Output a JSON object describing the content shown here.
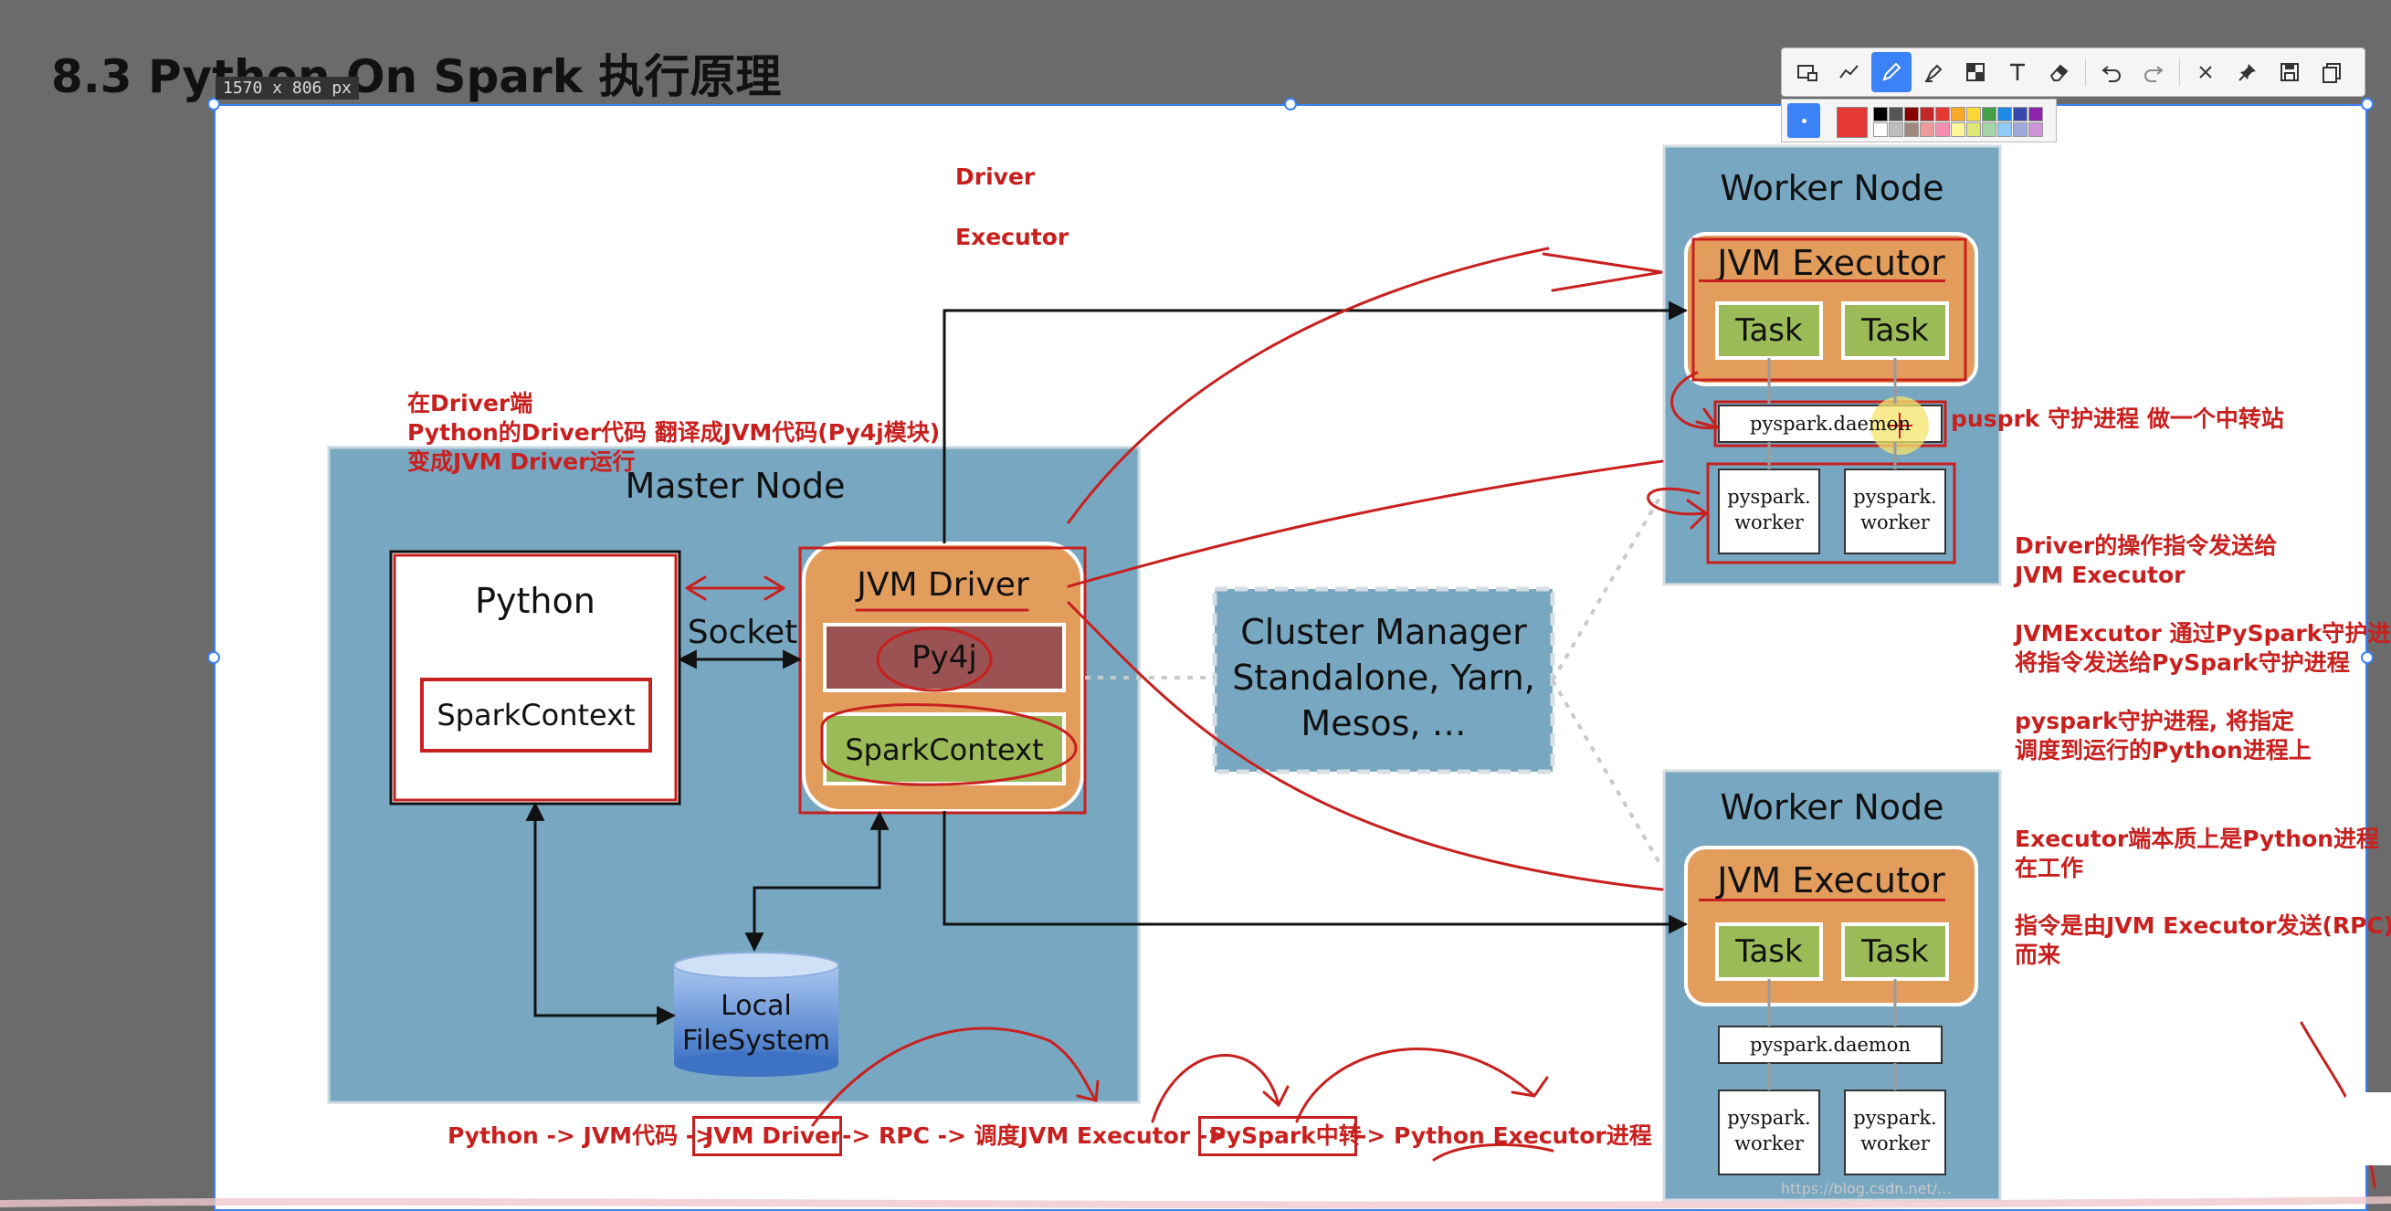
{
  "page": {
    "title": "8.3 Python On Spark 执行原理",
    "size_readout": "1570 x 806  px"
  },
  "toolbar": {
    "tools": [
      "select-rect-icon",
      "line-icon",
      "pen-icon",
      "marker-icon",
      "mosaic-icon",
      "text-icon",
      "eraser-icon",
      "undo-icon",
      "redo-icon",
      "close-icon",
      "pin-icon",
      "save-icon",
      "copy-icon"
    ],
    "active": "pen-icon"
  },
  "palette": {
    "current": "#e53935",
    "colors": [
      "#000000",
      "#555555",
      "#8b0000",
      "#c62828",
      "#e53935",
      "#f9a825",
      "#fdd835",
      "#43a047",
      "#1e88e5",
      "#3949ab",
      "#8e24aa",
      "#ffffff",
      "#bdbdbd",
      "#a1887f",
      "#ef9a9a",
      "#f48fb1",
      "#fff59d",
      "#dce775",
      "#a5d6a7",
      "#90caf9",
      "#9fa8da",
      "#ce93d8"
    ]
  },
  "diagram": {
    "master_node": "Master Node",
    "python": "Python",
    "spark_context_left": "SparkContext",
    "socket": "Socket",
    "jvm_driver": "JVM Driver",
    "py4j": "Py4j",
    "spark_context_right": "SparkContext",
    "local_fs_line1": "Local",
    "local_fs_line2": "FileSystem",
    "cluster_manager": [
      "Cluster Manager",
      "Standalone, Yarn,",
      "Mesos, …"
    ],
    "worker_top": {
      "title": "Worker Node",
      "executor": "JVM Executor",
      "task1": "Task",
      "task2": "Task",
      "daemon": "pyspark.daemon",
      "worker_l": [
        "pyspark.",
        "worker"
      ],
      "worker_r": [
        "pyspark.",
        "worker"
      ]
    },
    "worker_bottom": {
      "title": "Worker Node",
      "executor": "JVM Executor",
      "task1": "Task",
      "task2": "Task",
      "daemon": "pyspark.daemon",
      "worker_l": [
        "pyspark.",
        "worker"
      ],
      "worker_r": [
        "pyspark.",
        "worker"
      ]
    },
    "watermark": "https://blog.csdn.net/..."
  },
  "annotations": {
    "driver": "Driver",
    "executor": "Executor",
    "driver_side": [
      "在Driver端",
      "Python的Driver代码 翻译成JVM代码(Py4j模块)",
      "变成JVM Driver运行"
    ],
    "daemon_note": "pusprk 守护进程 做一个中转站",
    "note1": [
      "Driver的操作指令发送给",
      "JVM Executor"
    ],
    "note2": [
      "JVMExcutor 通过PySpark守护进程",
      "将指令发送给PySpark守护进程"
    ],
    "note3": [
      "pyspark守护进程, 将指定",
      "调度到运行的Python进程上"
    ],
    "note4": [
      "Executor端本质上是Python进程",
      "在工作"
    ],
    "note5": [
      "指令是由JVM Executor发送(RPC)",
      "而来"
    ],
    "flow": {
      "p1": "Python -> JVM代码 ->",
      "box1": "JVM Driver",
      "p2": "-> RPC -> 调度JVM Executor ->",
      "box2": "PySpark中转",
      "p3": "-> Python Executor进程"
    }
  }
}
